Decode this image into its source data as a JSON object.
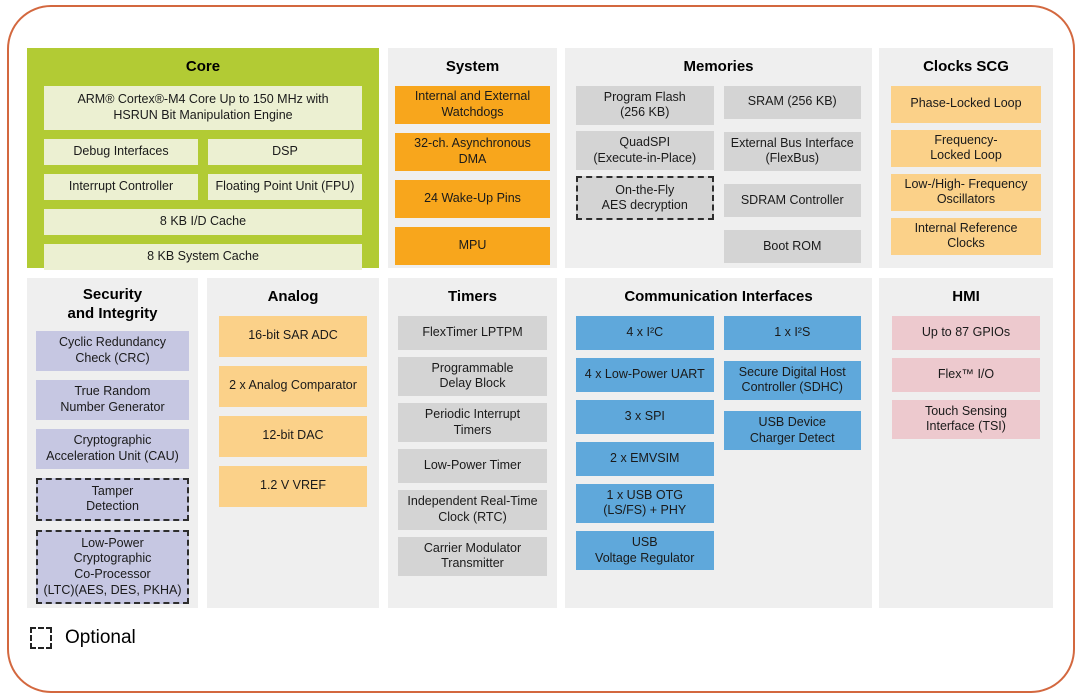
{
  "colors": {
    "border": "#D3683F",
    "panel_bg": "#EFEFEF",
    "core_bg": "#B2CB34",
    "core_block": "#ECF0D2",
    "system_block": "#F8A61C",
    "clocks_block": "#FBD189",
    "analog_block": "#FBD189",
    "gray_block": "#D4D4D4",
    "security_block": "#C6C7E2",
    "comm_block": "#5FA8DB",
    "hmi_block": "#EDC9CE",
    "text": "#1A1A1A"
  },
  "legend": {
    "label": "Optional"
  },
  "panels": {
    "core": {
      "title": "Core",
      "blocks": [
        {
          "label": "ARM® Cortex®-M4 Core Up to 150 MHz with\nHSRUN Bit Manipulation Engine",
          "span": "full",
          "tall": true
        },
        {
          "label": "Debug Interfaces",
          "span": "half"
        },
        {
          "label": "DSP",
          "span": "half"
        },
        {
          "label": "Interrupt Controller",
          "span": "half"
        },
        {
          "label": "Floating Point Unit (FPU)",
          "span": "half"
        },
        {
          "label": "8 KB I/D Cache",
          "span": "full"
        },
        {
          "label": "8 KB System Cache",
          "span": "full"
        }
      ]
    },
    "system": {
      "title": "System",
      "blocks": [
        {
          "label": "Internal and External\nWatchdogs"
        },
        {
          "label": "32-ch. Asynchronous\nDMA"
        },
        {
          "label": "24 Wake-Up Pins"
        },
        {
          "label": "MPU"
        }
      ]
    },
    "memories": {
      "title": "Memories",
      "col1": [
        {
          "label": "Program Flash\n(256 KB)"
        },
        {
          "label": "QuadSPI\n(Execute-in-Place)"
        },
        {
          "label": "On-the-Fly\nAES decryption",
          "optional": true
        }
      ],
      "col2": [
        {
          "label": "SRAM (256 KB)"
        },
        {
          "label": "External Bus Interface\n(FlexBus)"
        },
        {
          "label": "SDRAM Controller"
        },
        {
          "label": "Boot ROM"
        }
      ]
    },
    "clocks": {
      "title": "Clocks SCG",
      "blocks": [
        {
          "label": "Phase-Locked Loop"
        },
        {
          "label": "Frequency-\nLocked Loop"
        },
        {
          "label": "Low-/High- Frequency\nOscillators"
        },
        {
          "label": "Internal Reference\nClocks"
        }
      ]
    },
    "security": {
      "title": "Security\nand Integrity",
      "blocks": [
        {
          "label": "Cyclic Redundancy\nCheck (CRC)"
        },
        {
          "label": "True Random\nNumber Generator"
        },
        {
          "label": "Cryptographic\nAcceleration Unit (CAU)"
        },
        {
          "label": "Tamper\nDetection",
          "optional": true
        },
        {
          "label": "Low-Power Cryptographic\nCo-Processor\n(LTC)(AES, DES, PKHA)",
          "optional": true
        }
      ]
    },
    "analog": {
      "title": "Analog",
      "blocks": [
        {
          "label": "16-bit SAR ADC"
        },
        {
          "label": "2 x Analog Comparator"
        },
        {
          "label": "12-bit DAC"
        },
        {
          "label": "1.2 V VREF"
        }
      ]
    },
    "timers": {
      "title": "Timers",
      "blocks": [
        {
          "label": "FlexTimer LPTPM"
        },
        {
          "label": "Programmable\nDelay Block"
        },
        {
          "label": "Periodic Interrupt\nTimers"
        },
        {
          "label": "Low-Power Timer"
        },
        {
          "label": "Independent Real-Time\nClock (RTC)"
        },
        {
          "label": "Carrier Modulator\nTransmitter"
        }
      ]
    },
    "comm": {
      "title": "Communication Interfaces",
      "col1": [
        {
          "label": "4 x I²C"
        },
        {
          "label": "4 x Low-Power UART"
        },
        {
          "label": "3 x SPI"
        },
        {
          "label": "2 x EMVSIM"
        },
        {
          "label": "1 x USB OTG\n(LS/FS) + PHY"
        },
        {
          "label": "USB\nVoltage Regulator"
        }
      ],
      "col2": [
        {
          "label": "1 x I²S"
        },
        {
          "label": "Secure Digital Host\nController (SDHC)"
        },
        {
          "label": "USB Device\nCharger Detect"
        }
      ]
    },
    "hmi": {
      "title": "HMI",
      "blocks": [
        {
          "label": "Up to 87 GPIOs"
        },
        {
          "label": "Flex™ I/O"
        },
        {
          "label": "Touch Sensing\nInterface (TSI)"
        }
      ]
    }
  }
}
